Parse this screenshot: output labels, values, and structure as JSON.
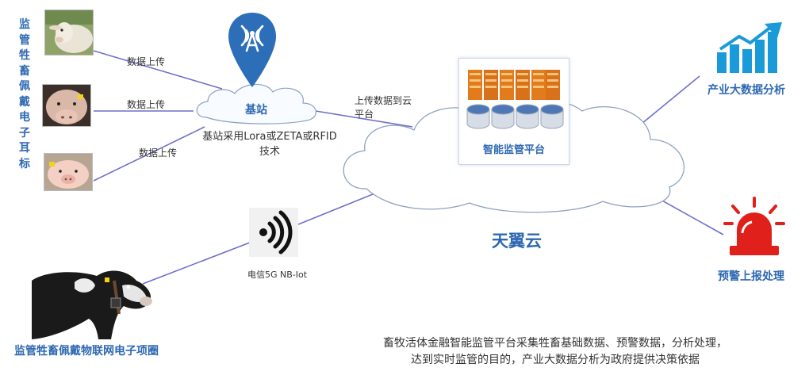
{
  "left_title": "监管牲畜佩戴电子耳标",
  "upload_label": "数据上传",
  "base_station": {
    "label": "基站",
    "tech_note": "基站采用Lora或ZETA或RFID技术"
  },
  "cloud_upload_label": "上传数据到云平台",
  "platform_label": "智能监管平台",
  "cloud_label": "天翼云",
  "telecom_label": "电信5G NB-Iot",
  "collar_label": "监管牲畜佩戴物联网电子项圈",
  "analysis_label": "产业大数据分析",
  "warning_label": "预警上报处理",
  "description": [
    "畜牧活体金融智能监管平台采集牲畜基础数据、预警数据，分析处理，",
    "达到实时监管的目的，产业大数据分析为政府提供决策依据"
  ],
  "icons": [
    "sheep-photo",
    "cow-photo",
    "pig-photo",
    "signal-tower-pin-icon",
    "server-rack-icon",
    "database-icon",
    "wireless-signal-icon",
    "bar-chart-growth-icon",
    "alarm-siren-icon",
    "cow-collar-photo"
  ],
  "colors": {
    "accent_blue": "#2d68b2",
    "link_line": "#6f6fcc",
    "alarm_red": "#e0201b",
    "chart_blue": "#1a9ad8"
  }
}
